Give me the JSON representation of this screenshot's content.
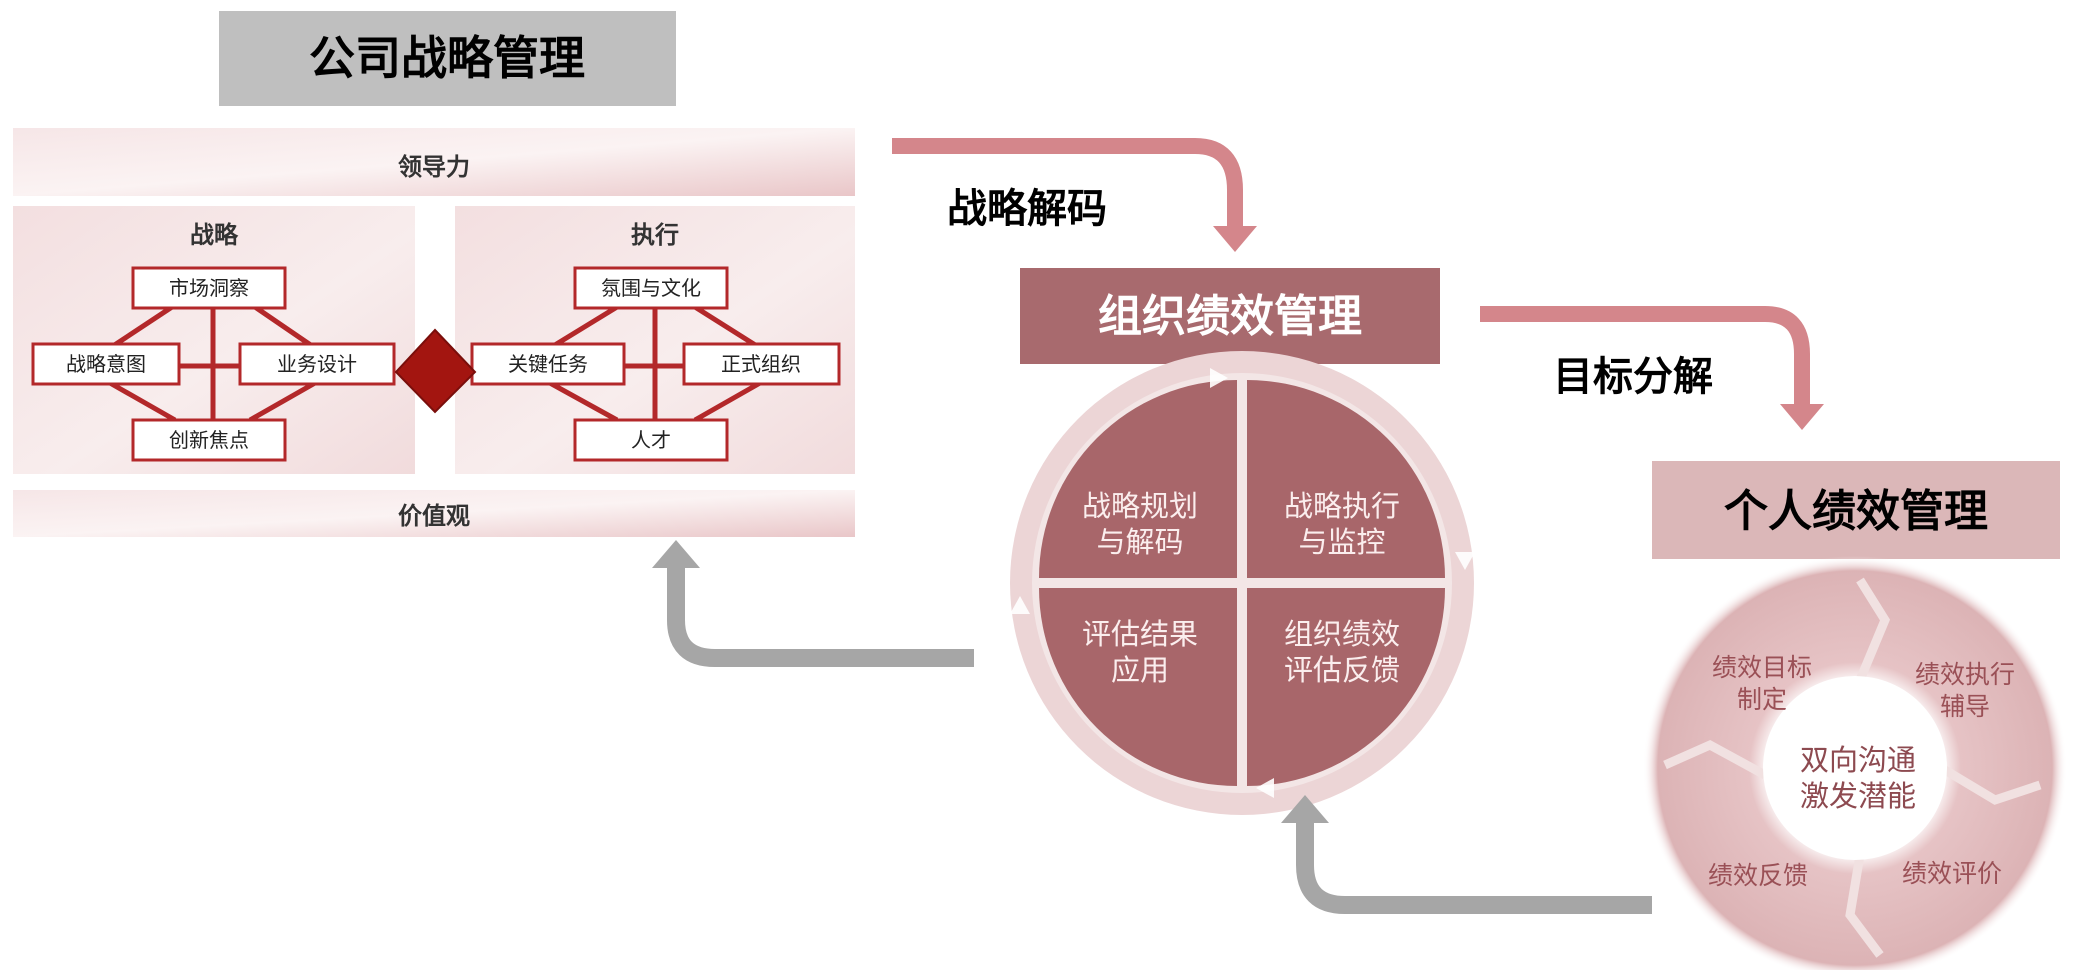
{
  "company": {
    "title": "公司战略管理",
    "leadership": "领导力",
    "values": "价值观",
    "strategy": {
      "title": "战略",
      "top": "市场洞察",
      "left": "战略意图",
      "right": "业务设计",
      "bottom": "创新焦点"
    },
    "execution": {
      "title": "执行",
      "top": "氛围与文化",
      "left": "关键任务",
      "right": "正式组织",
      "bottom": "人才"
    }
  },
  "arrows": {
    "decode": "战略解码",
    "decompose": "目标分解"
  },
  "org": {
    "title": "组织绩效管理",
    "quadrants": [
      {
        "line1": "战略规划",
        "line2": "与解码"
      },
      {
        "line1": "战略执行",
        "line2": "与监控"
      },
      {
        "line1": "评估结果",
        "line2": "应用"
      },
      {
        "line1": "组织绩效",
        "line2": "评估反馈"
      }
    ]
  },
  "personal": {
    "title": "个人绩效管理",
    "center_line1": "双向沟通",
    "center_line2": "激发潜能",
    "steps": [
      {
        "line1": "绩效目标",
        "line2": "制定"
      },
      {
        "line1": "绩效执行",
        "line2": "辅导"
      },
      {
        "line1": "绩效评价"
      },
      {
        "line1": "绩效反馈"
      }
    ]
  },
  "colors": {
    "title_gray": "#bfbfbf",
    "red_arrow": "#d4868b",
    "gray_arrow": "#a6a6a6",
    "org_box": "#a86a6e",
    "personal_box": "#dbb7b8",
    "diamond": "#a31510"
  }
}
